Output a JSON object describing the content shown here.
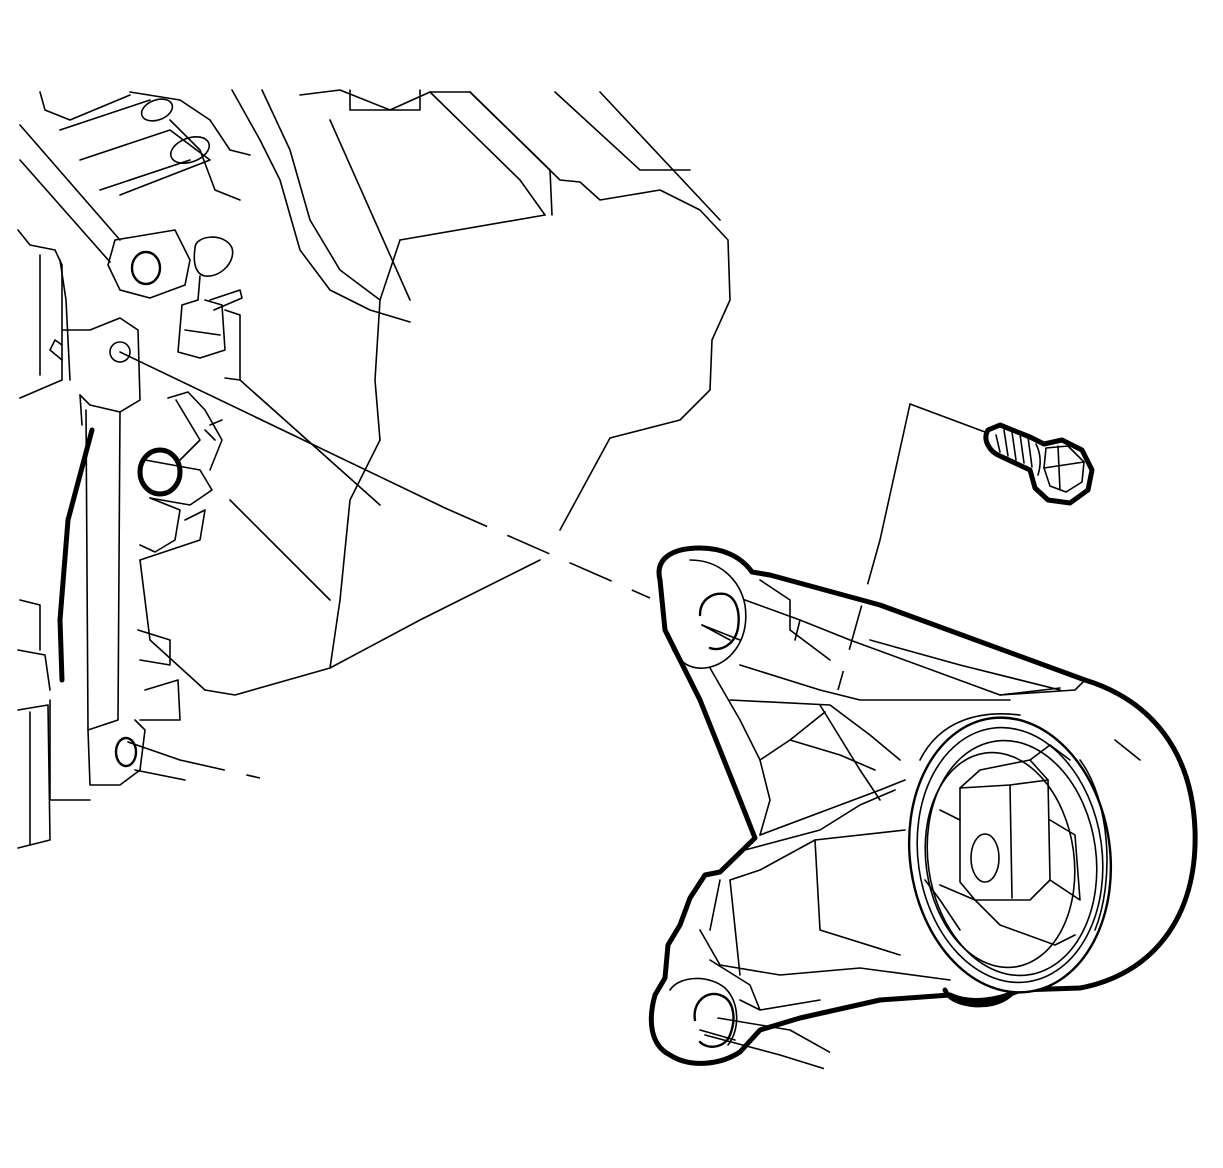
{
  "figure": {
    "background": "#ffffff",
    "line_color": "#000000",
    "parts": [
      {
        "id": "engine-block",
        "icon": "engine-block-icon"
      },
      {
        "id": "transaxle-bracket",
        "icon": "bracket-icon"
      },
      {
        "id": "transaxle-mount",
        "icon": "mount-icon"
      },
      {
        "id": "mount-bolt",
        "icon": "bolt-icon"
      }
    ]
  }
}
